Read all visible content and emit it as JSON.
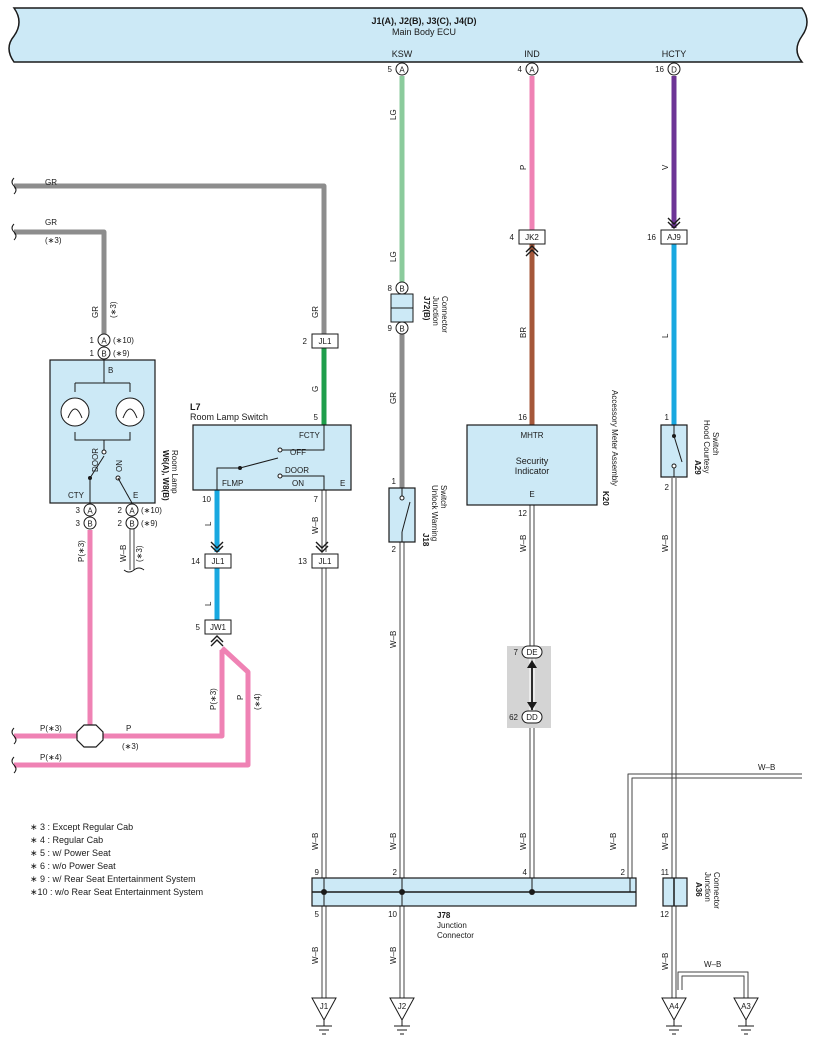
{
  "colors": {
    "box_fill": "#cce9f6",
    "LG": "#8bcb9c",
    "P": "#ef82b4",
    "V": "#6d3596",
    "BR": "#a5573a",
    "L": "#18a8e0",
    "G": "#1f9e4b",
    "GR": "#8d8d8d",
    "WB": "#444444"
  },
  "ecu": {
    "title": "J1(A), J2(B), J3(C), J4(D)",
    "subtitle": "Main Body ECU",
    "pins": [
      {
        "name": "KSW",
        "num": "5",
        "conn": "A"
      },
      {
        "name": "IND",
        "num": "4",
        "conn": "A"
      },
      {
        "name": "HCTY",
        "num": "16",
        "conn": "D"
      }
    ]
  },
  "wires": {
    "gr": "GR",
    "gr_note": "(∗3)",
    "lg": "LG",
    "p": "P",
    "v": "V",
    "br": "BR",
    "l": "L",
    "g": "G",
    "wb": "W–B",
    "p3": "P(∗3)",
    "p4": "P(∗4)",
    "n3": "(∗3)",
    "n4": "(∗4)",
    "n9": "(∗9)",
    "n10": "(∗10)"
  },
  "pins": {
    "p1": "1",
    "p2": "2",
    "p3": "3",
    "p4": "4",
    "p5": "5",
    "p7": "7",
    "p8": "8",
    "p9": "9",
    "p10": "10",
    "p11": "11",
    "p12": "12",
    "p13": "13",
    "p14": "14",
    "p16": "16",
    "p62": "62"
  },
  "conn_letters": {
    "a": "A",
    "b": "B",
    "de": "DE",
    "dd": "DD"
  },
  "connectors": {
    "jl1": "JL1",
    "jk2": "JK2",
    "aj9": "AJ9",
    "jw1": "JW1"
  },
  "room_lamp": {
    "title": "W6(A), W8(B)",
    "name": "Room Lamp",
    "b": "B",
    "door": "DOOR",
    "on": "ON",
    "cty": "CTY",
    "e": "E"
  },
  "room_lamp_switch": {
    "code": "L7",
    "name": "Room Lamp Switch",
    "fcty": "FCTY",
    "off": "OFF",
    "door": "DOOR",
    "flmp": "FLMP",
    "on": "ON",
    "e": "E"
  },
  "j72": {
    "code": "J72(B)",
    "line1": "Junction",
    "line2": "Connector"
  },
  "j18": {
    "code": "J18",
    "line1": "Unlock Warning",
    "line2": "Switch"
  },
  "k20": {
    "code": "K20",
    "name": "Accessory Meter Assembly",
    "mhtr": "MHTR",
    "line1": "Security",
    "line2": "Indicator",
    "e": "E"
  },
  "a29": {
    "code": "A29",
    "line1": "Hood Courtesy",
    "line2": "Switch"
  },
  "j78": {
    "code": "J78",
    "line1": "Junction",
    "line2": "Connector"
  },
  "a36": {
    "code": "A36",
    "line1": "Junction",
    "line2": "Connector"
  },
  "grounds": [
    "J1",
    "J2",
    "A4",
    "A3"
  ],
  "notes": [
    "∗ 3 : Except Regular Cab",
    "∗ 4 : Regular Cab",
    "∗ 5 : w/ Power Seat",
    "∗ 6 : w/o Power Seat",
    "∗ 9 : w/ Rear Seat Entertainment System",
    "∗10 : w/o Rear Seat Entertainment System"
  ]
}
